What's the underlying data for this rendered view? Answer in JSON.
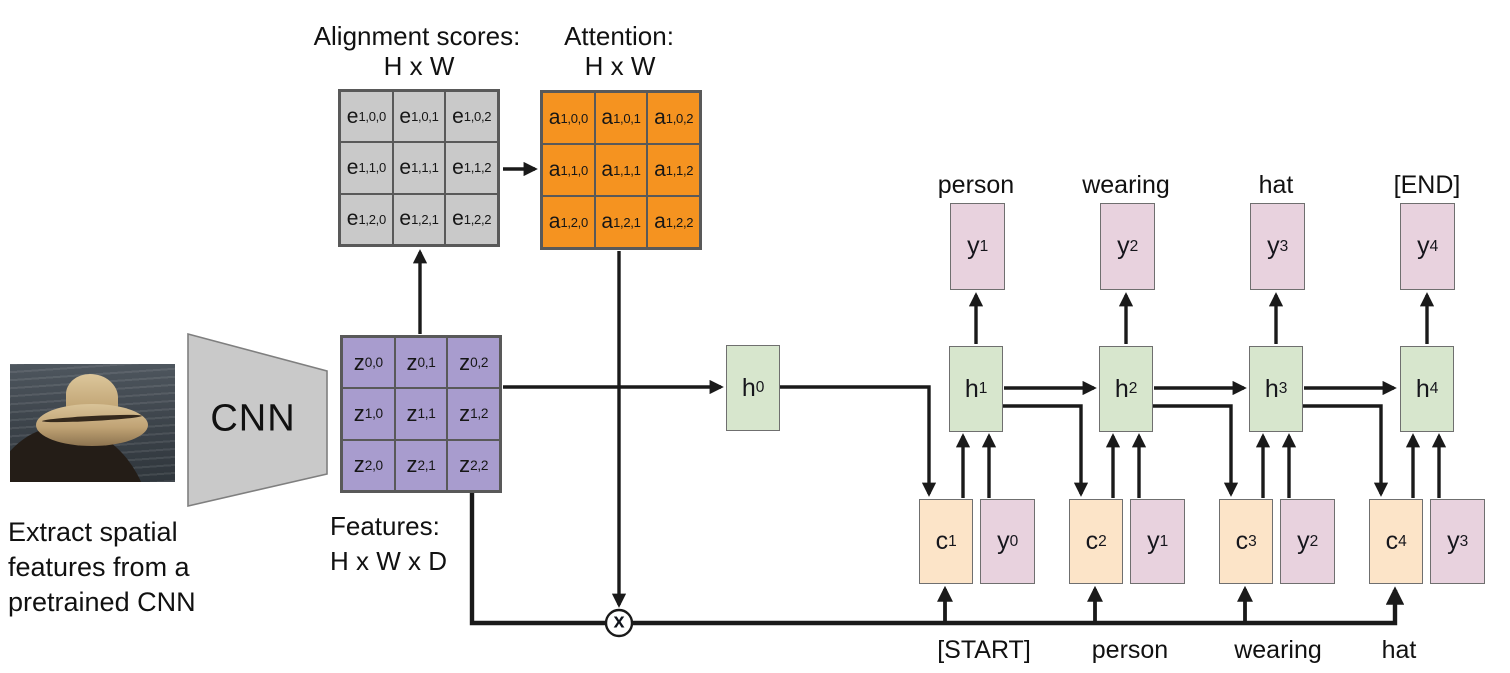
{
  "colors": {
    "alignment_grid": "#c9c9c9",
    "attention_grid": "#f59320",
    "features_grid": "#a89cce",
    "hidden_box": "#d7e6cd",
    "context_box": "#fce4c8",
    "output_box": "#e8d2de",
    "wire": "#1a1a1a"
  },
  "photo_caption": "Extract spatial\nfeatures from a\npretrained CNN",
  "cnn_label": "CNN",
  "multiply_symbol": "x",
  "grids": {
    "alignment": {
      "title": "Alignment scores:",
      "dims": "H x W",
      "cells": [
        {
          "b": "e",
          "s": "1,0,0"
        },
        {
          "b": "e",
          "s": "1,0,1"
        },
        {
          "b": "e",
          "s": "1,0,2"
        },
        {
          "b": "e",
          "s": "1,1,0"
        },
        {
          "b": "e",
          "s": "1,1,1"
        },
        {
          "b": "e",
          "s": "1,1,2"
        },
        {
          "b": "e",
          "s": "1,2,0"
        },
        {
          "b": "e",
          "s": "1,2,1"
        },
        {
          "b": "e",
          "s": "1,2,2"
        }
      ]
    },
    "attention": {
      "title": "Attention:",
      "dims": "H x W",
      "cells": [
        {
          "b": "a",
          "s": "1,0,0"
        },
        {
          "b": "a",
          "s": "1,0,1"
        },
        {
          "b": "a",
          "s": "1,0,2"
        },
        {
          "b": "a",
          "s": "1,1,0"
        },
        {
          "b": "a",
          "s": "1,1,1"
        },
        {
          "b": "a",
          "s": "1,1,2"
        },
        {
          "b": "a",
          "s": "1,2,0"
        },
        {
          "b": "a",
          "s": "1,2,1"
        },
        {
          "b": "a",
          "s": "1,2,2"
        }
      ]
    },
    "features": {
      "title": "Features:",
      "dims": "H x W x D",
      "cells": [
        {
          "b": "z",
          "s": "0,0"
        },
        {
          "b": "z",
          "s": "0,1"
        },
        {
          "b": "z",
          "s": "0,2"
        },
        {
          "b": "z",
          "s": "1,0"
        },
        {
          "b": "z",
          "s": "1,1"
        },
        {
          "b": "z",
          "s": "1,2"
        },
        {
          "b": "z",
          "s": "2,0"
        },
        {
          "b": "z",
          "s": "2,1"
        },
        {
          "b": "z",
          "s": "2,2"
        }
      ]
    }
  },
  "rnn": {
    "h0": {
      "b": "h",
      "s": "0"
    },
    "steps": [
      {
        "word_top": "person",
        "y_top": {
          "b": "y",
          "s": "1"
        },
        "h": {
          "b": "h",
          "s": "1"
        },
        "c": {
          "b": "c",
          "s": "1"
        },
        "y_bottom": {
          "b": "y",
          "s": "0"
        },
        "word_bottom": "[START]"
      },
      {
        "word_top": "wearing",
        "y_top": {
          "b": "y",
          "s": "2"
        },
        "h": {
          "b": "h",
          "s": "2"
        },
        "c": {
          "b": "c",
          "s": "2"
        },
        "y_bottom": {
          "b": "y",
          "s": "1"
        },
        "word_bottom": "person"
      },
      {
        "word_top": "hat",
        "y_top": {
          "b": "y",
          "s": "3"
        },
        "h": {
          "b": "h",
          "s": "3"
        },
        "c": {
          "b": "c",
          "s": "3"
        },
        "y_bottom": {
          "b": "y",
          "s": "2"
        },
        "word_bottom": "wearing"
      },
      {
        "word_top": "[END]",
        "y_top": {
          "b": "y",
          "s": "4"
        },
        "h": {
          "b": "h",
          "s": "4"
        },
        "c": {
          "b": "c",
          "s": "4"
        },
        "y_bottom": {
          "b": "y",
          "s": "3"
        },
        "word_bottom": "hat"
      }
    ]
  }
}
